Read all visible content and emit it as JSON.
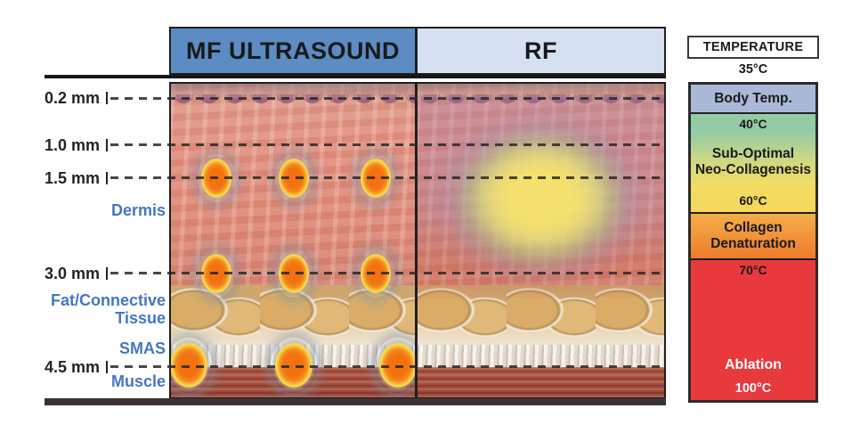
{
  "panels": {
    "mf_ultrasound": {
      "title": "MF ULTRASOUND"
    },
    "rf": {
      "title": "RF"
    }
  },
  "depth_axis": {
    "markers": [
      {
        "label": "0.2 mm"
      },
      {
        "label": "1.0 mm"
      },
      {
        "label": "1.5 mm"
      },
      {
        "label": "3.0 mm"
      },
      {
        "label": "4.5 mm"
      }
    ]
  },
  "tissue_labels": [
    {
      "label": "Dermis"
    },
    {
      "label": "Fat/Connective Tissue"
    },
    {
      "label": "SMAS"
    },
    {
      "label": "Muscle"
    }
  ],
  "temperature_scale": {
    "title": "TEMPERATURE",
    "top_label": "35°C",
    "bands": [
      {
        "label": "Body Temp.",
        "color": "#aab8d8"
      },
      {
        "top_label": "40°C",
        "label_line1": "Sub-Optimal",
        "label_line2": "Neo-Collagenesis",
        "bottom_label": "60°C",
        "color_top": "#93cba4",
        "color_bottom": "#f6d75c"
      },
      {
        "label_line1": "Collagen",
        "label_line2": "Denaturation",
        "color_top": "#f4ad4a",
        "color_bottom": "#ed7c2b"
      },
      {
        "top_label": "70°C",
        "label": "Ablation",
        "bottom_label": "100°C",
        "color": "#e8393d"
      }
    ]
  },
  "colors": {
    "mf_header_bg": "#5b8cc3",
    "mf_header_text": "#ffffff",
    "rf_header_bg": "#d5e0f0",
    "rf_header_text": "#1c1c1c",
    "tissue_label_text": "#4677c5",
    "depth_label_text": "#242424",
    "coagulation_core": "#f3720f",
    "coagulation_ring": "#f5e14e"
  }
}
